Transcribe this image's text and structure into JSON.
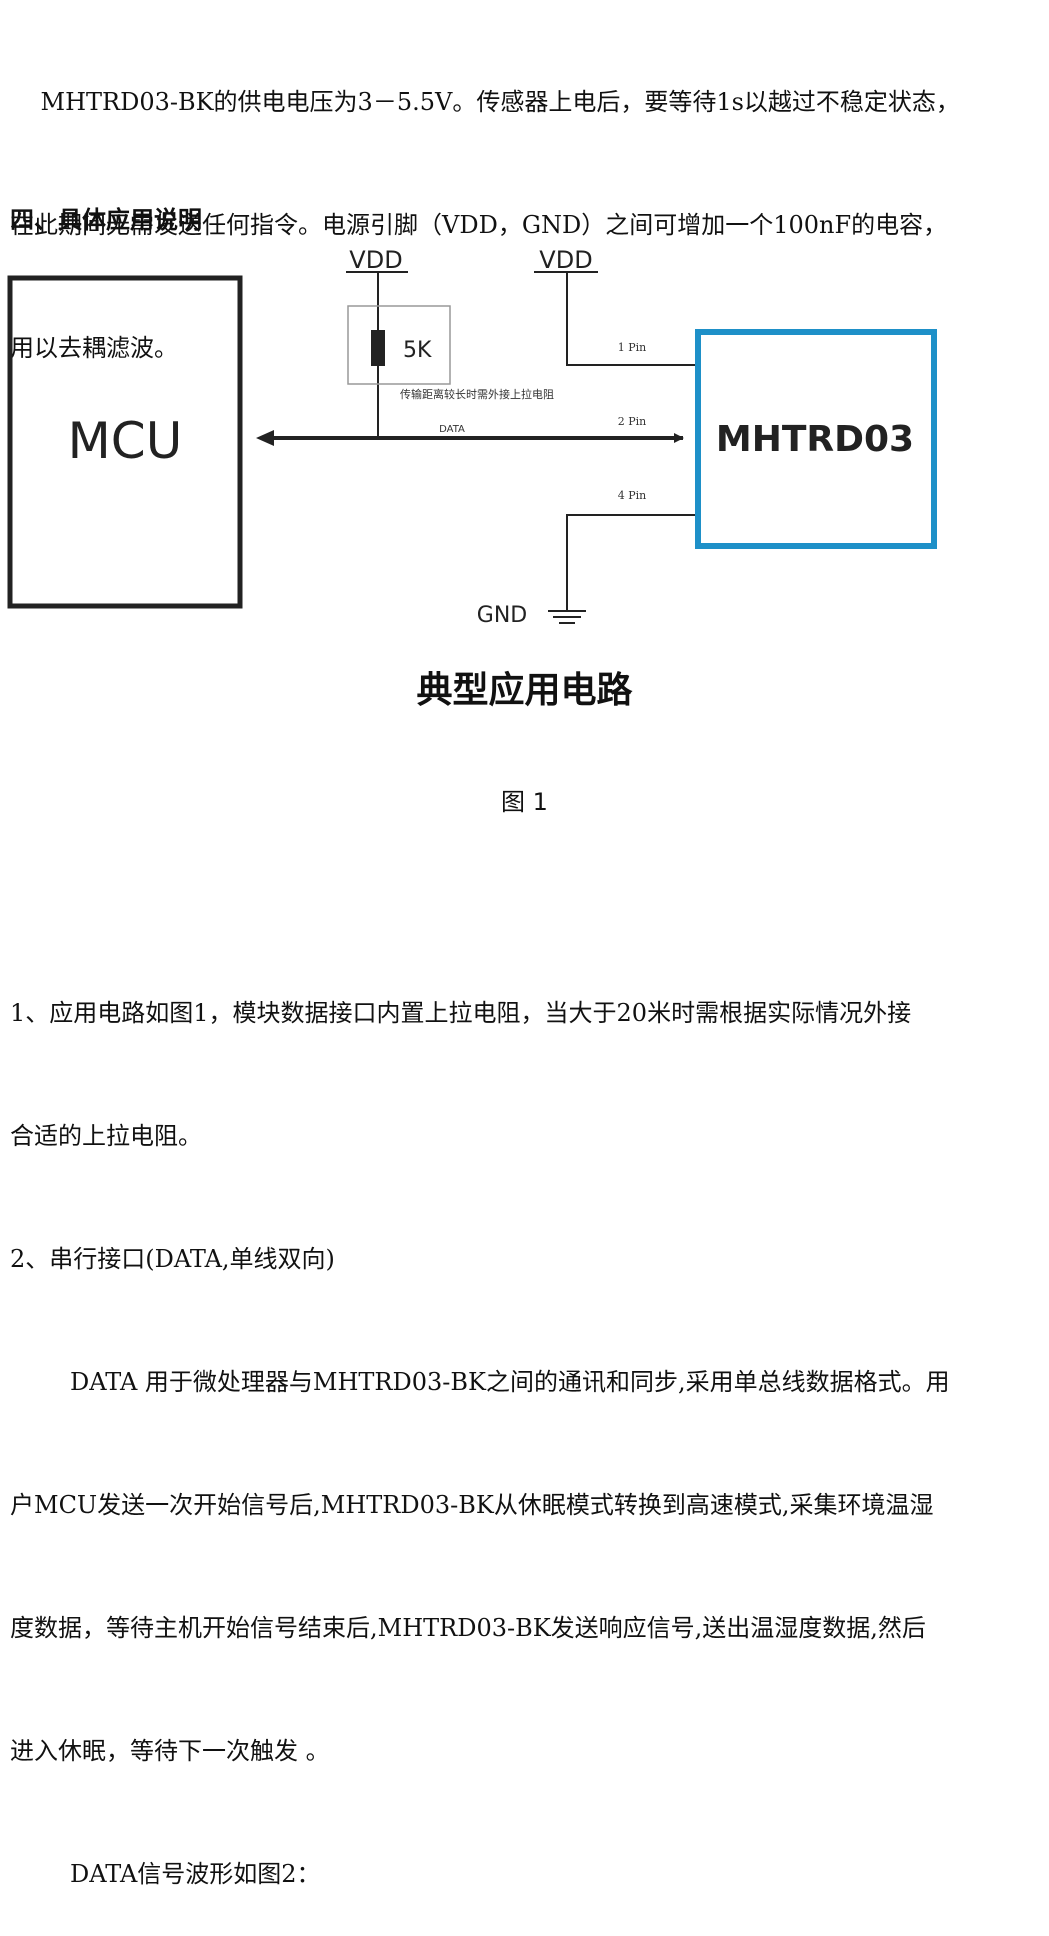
{
  "intro": {
    "lines": [
      "    MHTRD03-BK的供电电压为3－5.5V。传感器上电后，要等待1s以越过不稳定状态，",
      "在此期间无需发送任何指令。电源引脚（VDD，GND）之间可增加一个100nF的电容，",
      "用以去耦滤波。"
    ]
  },
  "section_heading": "四、具体应用说明",
  "diagram": {
    "mcu_label": "MCU",
    "module_label": "MHTRD03",
    "vdd_left": "VDD",
    "vdd_right": "VDD",
    "resistor_label": "5K",
    "pullup_note": "传输距离较长时需外接上拉电阻",
    "data_label": "DATA",
    "pin1": "1 Pin",
    "pin2": "2 Pin",
    "pin4": "4 Pin",
    "gnd_label": "GND",
    "module_border_color": "#1e90c8"
  },
  "figure": {
    "title": "典型应用电路",
    "caption": "图 1"
  },
  "body": {
    "lines": [
      "1、应用电路如图1，模块数据接口内置上拉电阻，当大于20米时需根据实际情况外接",
      "合适的上拉电阻。",
      "2、串行接口(DATA,单线双向)",
      "DATA 用于微处理器与MHTRD03-BK之间的通讯和同步,采用单总线数据格式。用",
      "户MCU发送一次开始信号后,MHTRD03-BK从休眠模式转换到高速模式,采集环境温湿",
      "度数据，等待主机开始信号结束后,MHTRD03-BK发送响应信号,送出温湿度数据,然后",
      "进入休眠，等待下一次触发 。",
      "DATA信号波形如图2："
    ]
  }
}
